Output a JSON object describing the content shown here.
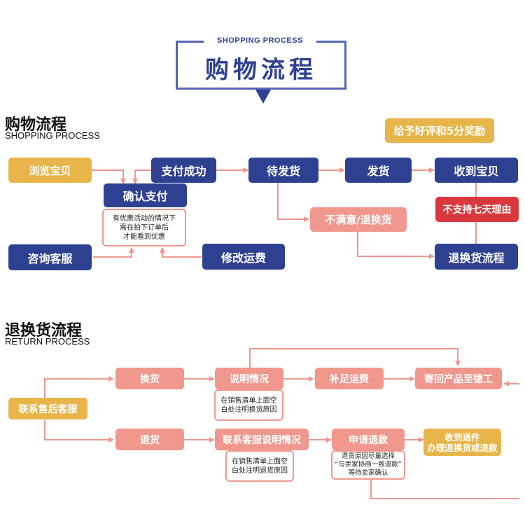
{
  "header": {
    "subtitle": "SHOPPING PROCESS",
    "title": "购物流程",
    "accent_color": "#2e4191"
  },
  "shopping": {
    "title": "购物流程",
    "subtitle": "SHOPPING PROCESS",
    "nodes": {
      "browse": "浏览宝贝",
      "pay_success": "支付成功",
      "confirm_pay": "确认支付",
      "discount_note": "有优惠活动的情况下\n需在拍下订单后\n才能看到优惠",
      "consult": "咨询客服",
      "modify_shipping": "修改运费",
      "await_ship": "待发货",
      "shipped": "发货",
      "received": "收到宝贝",
      "review_reward": "给予好评和5分奖励",
      "unsatisfied": "不满意/退换货",
      "no_seven_day": "不支持七天理由",
      "return_flow": "退换货流程"
    }
  },
  "returns": {
    "title": "退换货流程",
    "subtitle": "RETURN PROCESS",
    "nodes": {
      "contact_aftersale": "联系售后客服",
      "exchange": "换货",
      "explain": "说明情况",
      "exchange_note": "在销售清单上面空\n白处注明换货原因",
      "pay_shipping": "补足运费",
      "send_back": "寄回产品至德工",
      "refund": "退货",
      "contact_explain": "联系客服说明情况",
      "refund_note": "在销售清单上面空\n白处注明退货原因",
      "apply_refund": "申请退款",
      "apply_note": "退货原因尽量选择\n“与卖家协商一致退款”\n等待卖家确认",
      "receive_return": "收到退件\n办理退换货或退款"
    }
  },
  "colors": {
    "navy": "#2e4191",
    "gold": "#e8b54b",
    "salmon": "#f0978e",
    "red": "#d9393e",
    "connector": "#f0978e"
  }
}
